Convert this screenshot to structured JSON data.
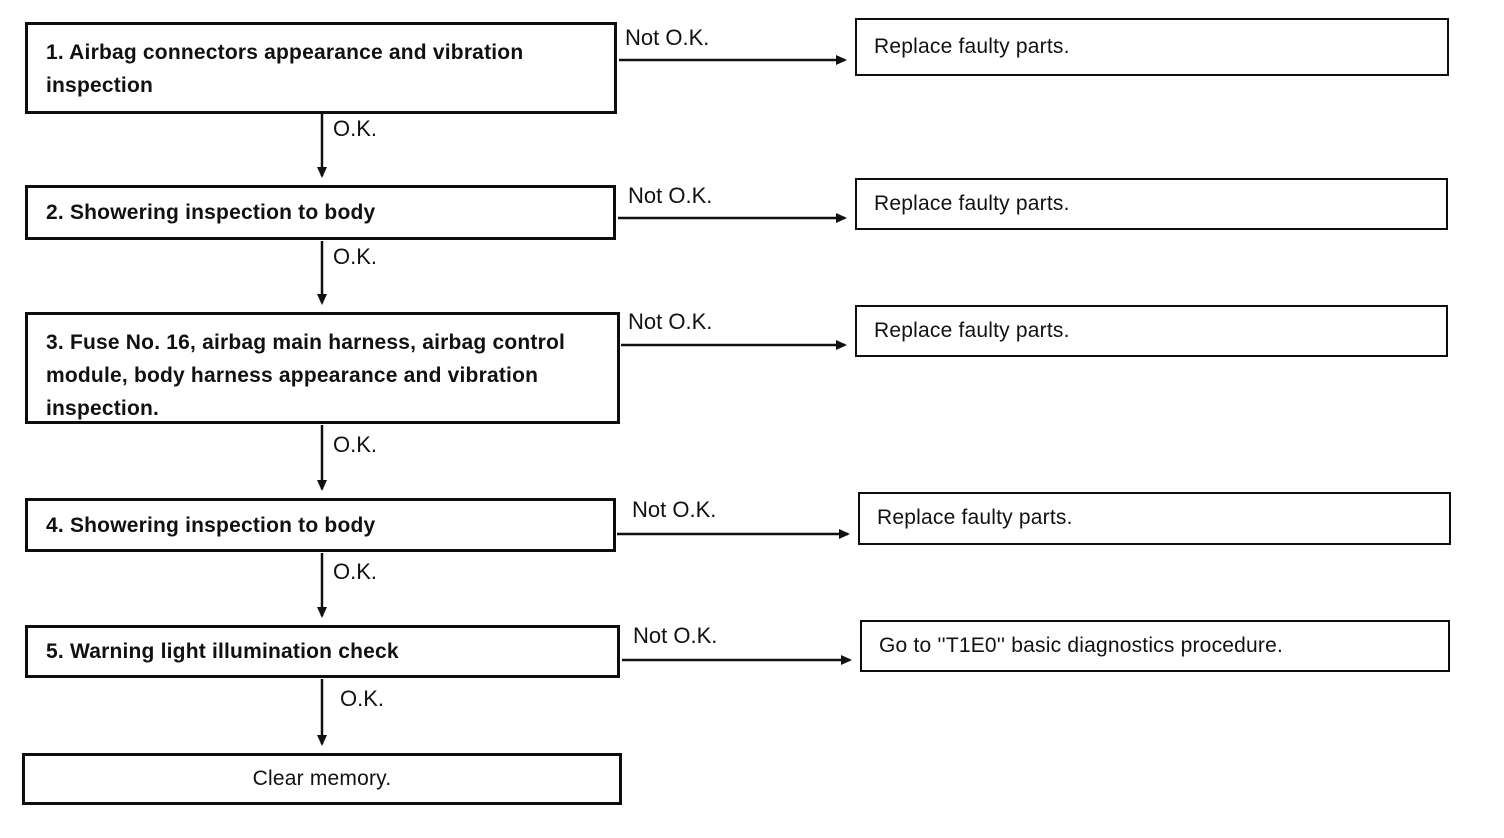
{
  "palette": {
    "paper": "#ffffff",
    "ink": "#111111"
  },
  "flowchart": {
    "ok_label": "O.K.",
    "not_ok_label": "Not O.K.",
    "steps": [
      {
        "label": "1. Airbag connectors appearance and vibration inspection",
        "action": "Replace faulty parts."
      },
      {
        "label": "2. Showering inspection to body",
        "action": "Replace faulty parts."
      },
      {
        "label": "3. Fuse No. 16, airbag main harness, airbag control module, body harness appearance and vibration inspection.",
        "action": "Replace faulty parts."
      },
      {
        "label": "4. Showering inspection to body",
        "action": "Replace faulty parts."
      },
      {
        "label": "5. Warning light illumination check",
        "action": "Go to ''T1E0'' basic diagnostics procedure."
      }
    ],
    "final_step": "Clear memory."
  }
}
